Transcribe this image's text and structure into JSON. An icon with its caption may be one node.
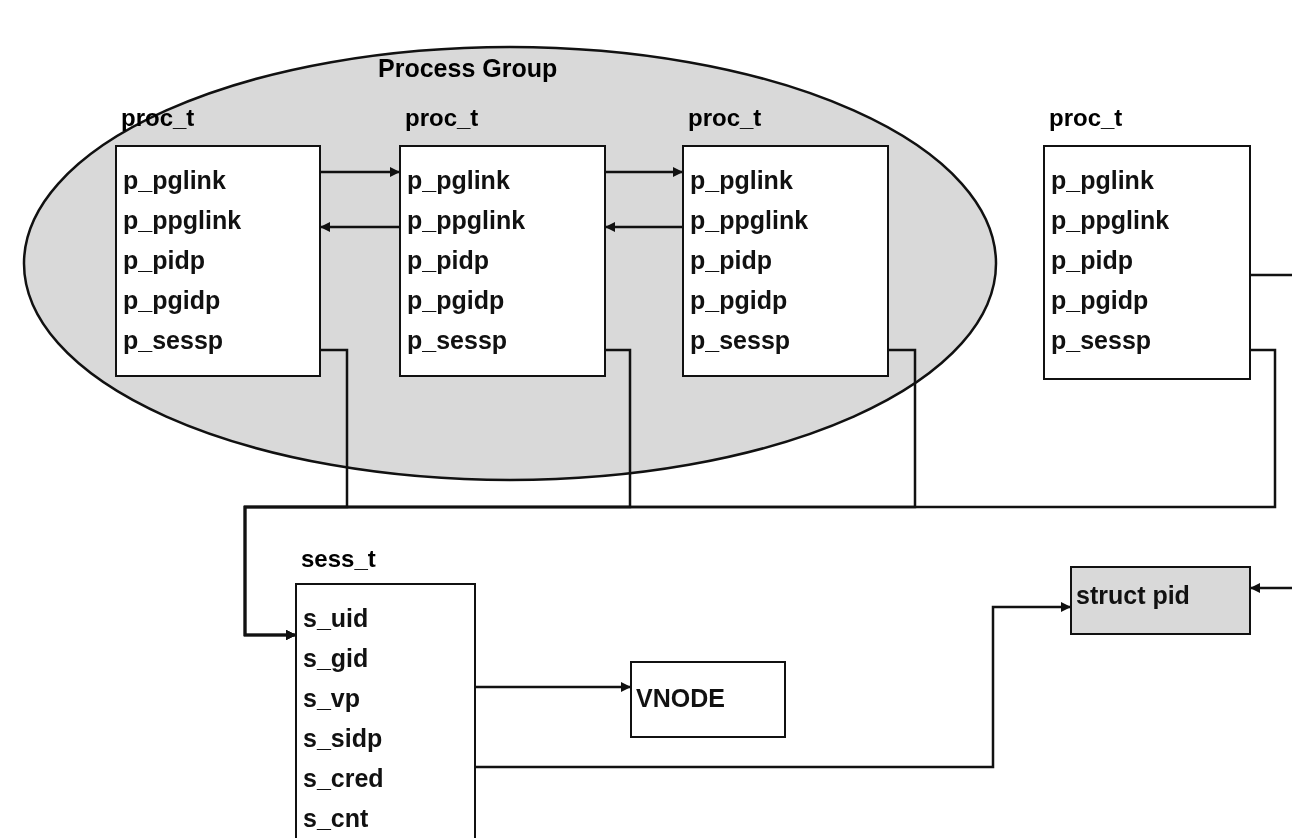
{
  "diagram": {
    "nodes": [
      {
        "text": [
          "Process Group"
        ]
      },
      {
        "text": [
          "proc_t",
          "p_pglink",
          "p_ppglink",
          "p_pidp",
          "p_pgidp",
          "p_sessp"
        ],
        "in": 0
      },
      {
        "text": [
          "proc_t",
          "p_pglink",
          "p_ppglink",
          "p_pidp",
          "p_pgidp",
          "p_sessp"
        ],
        "in": 0
      },
      {
        "text": [
          "proc_t",
          "p_pglink",
          "p_ppglink",
          "p_pidp",
          "p_pgidp",
          "p_sessp"
        ],
        "in": 0
      },
      {
        "text": [
          "proc_t",
          "p_pglink",
          "p_ppglink",
          "p_pidp",
          "p_pgidp",
          "p_sessp"
        ]
      },
      {
        "text": [
          "sess_t",
          "s_uid",
          "s_gid",
          "s_vp",
          "s_sidp",
          "s_cred",
          "s_cnt"
        ]
      },
      {
        "text": [
          "VNODE"
        ]
      },
      {
        "text": [
          "struct pid"
        ]
      }
    ],
    "edges": [
      {
        "from": 1,
        "to": 2,
        "arrow": "to"
      },
      {
        "from": 2,
        "to": 1,
        "arrow": "to"
      },
      {
        "from": 2,
        "to": 3,
        "arrow": "to"
      },
      {
        "from": 3,
        "to": 2,
        "arrow": "to"
      },
      {
        "from": 1,
        "to": 5,
        "arrow": "to"
      },
      {
        "from": 2,
        "to": 5,
        "arrow": "to"
      },
      {
        "from": 3,
        "to": 5,
        "arrow": "to"
      },
      {
        "from": 4,
        "to": 5,
        "arrow": "to"
      },
      {
        "from": 4,
        "to": null,
        "arrow": "none"
      },
      {
        "from": null,
        "to": 7,
        "arrow": "to"
      },
      {
        "from": 5,
        "to": 6,
        "arrow": "to"
      },
      {
        "from": 5,
        "to": 7,
        "arrow": "to"
      }
    ]
  }
}
